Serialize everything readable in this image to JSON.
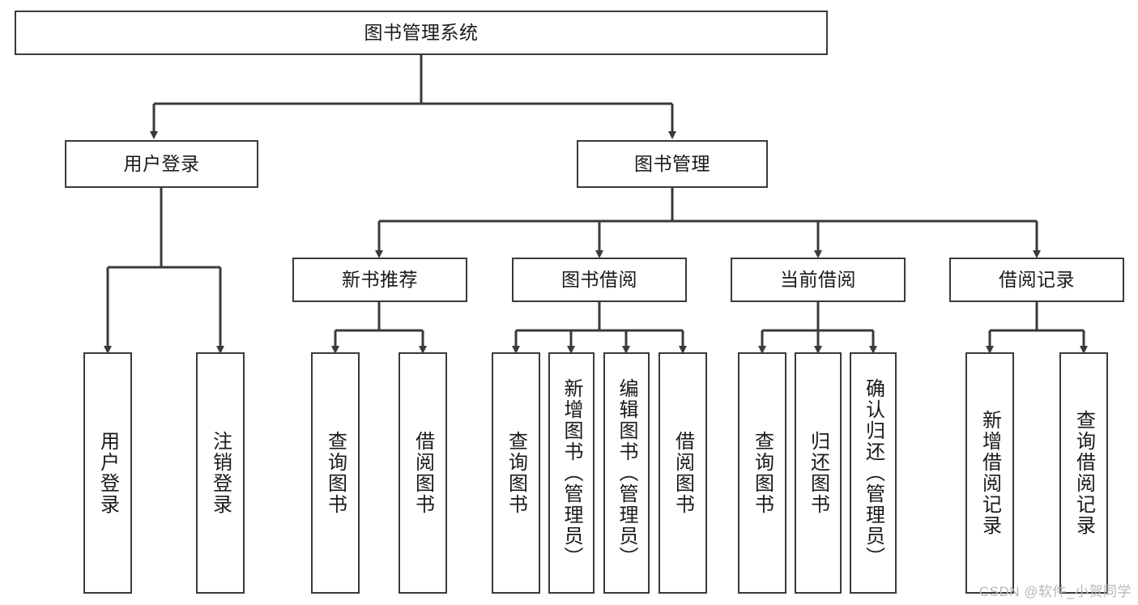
{
  "diagram": {
    "title": "图书管理系统",
    "type": "tree-hierarchy-diagram",
    "colors": {
      "background": "#ffffff",
      "stroke": "#3a3a3a",
      "text": "#1a1a1a",
      "watermark": "#b8b8b8"
    },
    "root": {
      "label": "图书管理系统"
    },
    "level2": [
      {
        "label": "用户登录"
      },
      {
        "label": "图书管理"
      }
    ],
    "level3": [
      {
        "label": "新书推荐"
      },
      {
        "label": "图书借阅"
      },
      {
        "label": "当前借阅"
      },
      {
        "label": "借阅记录"
      }
    ],
    "leaves": {
      "user_login": [
        {
          "label": "用户登录"
        },
        {
          "label": "注销登录"
        }
      ],
      "new_book_recommend": [
        {
          "label": "查询图书"
        },
        {
          "label": "借阅图书"
        }
      ],
      "book_borrow": [
        {
          "label": "查询图书"
        },
        {
          "label": "新增图书（管理员）"
        },
        {
          "label": "编辑图书（管理员）"
        },
        {
          "label": "借阅图书"
        }
      ],
      "current_borrow": [
        {
          "label": "查询图书"
        },
        {
          "label": "归还图书"
        },
        {
          "label": "确认归还（管理员）"
        }
      ],
      "borrow_record": [
        {
          "label": "新增借阅记录"
        },
        {
          "label": "查询借阅记录"
        }
      ]
    }
  },
  "watermark": {
    "text": "CSDN @软件_小贺同学"
  }
}
